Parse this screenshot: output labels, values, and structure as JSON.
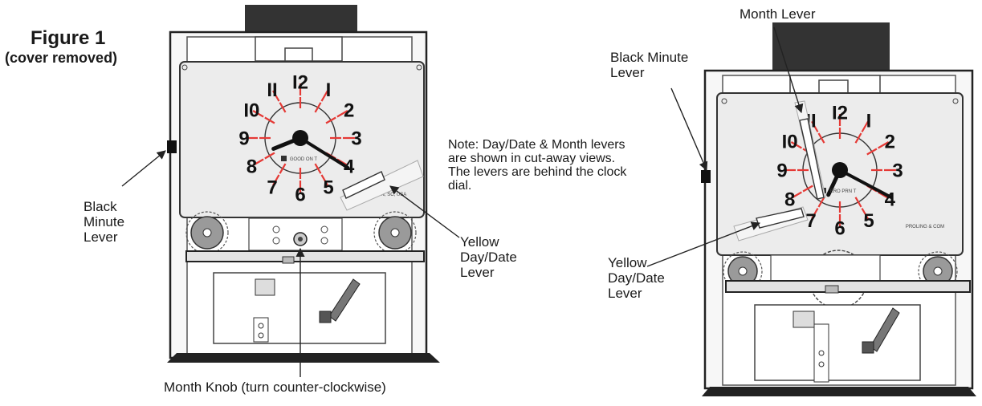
{
  "figure": {
    "title": "Figure 1",
    "subtitle": "(cover removed)"
  },
  "left_clock": {
    "numerals": [
      "I2",
      "I",
      "2",
      "3",
      "4",
      "5",
      "6",
      "7",
      "8",
      "9",
      "I0",
      "II"
    ],
    "brand": "GOOD ON T",
    "model": "BURTON, SC, USA"
  },
  "right_clock": {
    "numerals": [
      "I2",
      "I",
      "2",
      "3",
      "4",
      "5",
      "6",
      "7",
      "8",
      "9",
      "I0",
      "II"
    ],
    "brand": "ERO PRN T",
    "model": "PROLING & COM"
  },
  "labels": {
    "left_minute_lever": [
      "Black",
      "Minute",
      "Lever"
    ],
    "left_day_date_lever": [
      "Yellow",
      "Day/Date",
      "Lever"
    ],
    "month_knob": "Month Knob (turn counter-clockwise)",
    "note": [
      "Note:  Day/Date & Month levers",
      "are shown in cut-away views.",
      "The levers are behind the clock",
      "dial."
    ],
    "month_lever": "Month Lever",
    "right_minute_lever": [
      "Black Minute",
      "Lever"
    ],
    "right_day_date_lever": [
      "Yellow",
      "Day/Date",
      "Lever"
    ]
  },
  "colors": {
    "outline": "#222222",
    "dial": "#ececec",
    "tick_accent": "#e53935",
    "top_cap": "#333333"
  }
}
